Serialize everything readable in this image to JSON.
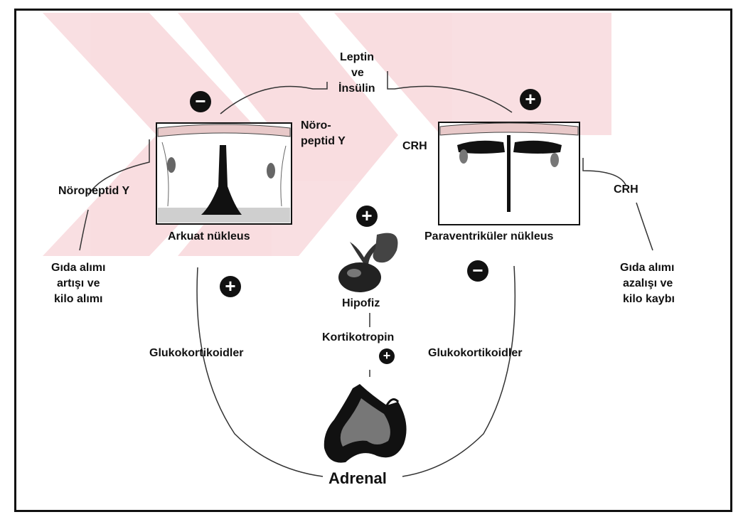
{
  "labels": {
    "top_line1": "Leptin",
    "top_line2": "ve",
    "top_line3": "İnsülin",
    "noro_top_line1": "Nöro-",
    "noro_top_line2": "peptid Y",
    "noro_left": "Nöropeptid Y",
    "crh_top": "CRH",
    "crh_right": "CRH",
    "arkuat": "Arkuat nükleus",
    "paraventrikuler": "Paraventriküler nükleus",
    "hipofiz": "Hipofiz",
    "kortikotropin": "Kortikotropin",
    "gluko_left": "Glukokortikoidler",
    "gluko_right": "Glukokortikoidler",
    "left_outcome_line1": "Gıda alımı",
    "left_outcome_line2": "artışı ve",
    "left_outcome_line3": "kilo alımı",
    "right_outcome_line1": "Gıda alımı",
    "right_outcome_line2": "azalışı ve",
    "right_outcome_line3": "kilo kaybı",
    "adrenal": "Adrenal"
  },
  "signs": {
    "leptin_to_arkuat": "−",
    "leptin_to_paraventrikuler": "+",
    "hipofiz": "+",
    "gluko_to_arkuat": "+",
    "gluko_to_paraventrikuler": "−",
    "kortikotropin": "+"
  },
  "colors": {
    "ink": "#111111",
    "watermark": "#d9263a"
  }
}
